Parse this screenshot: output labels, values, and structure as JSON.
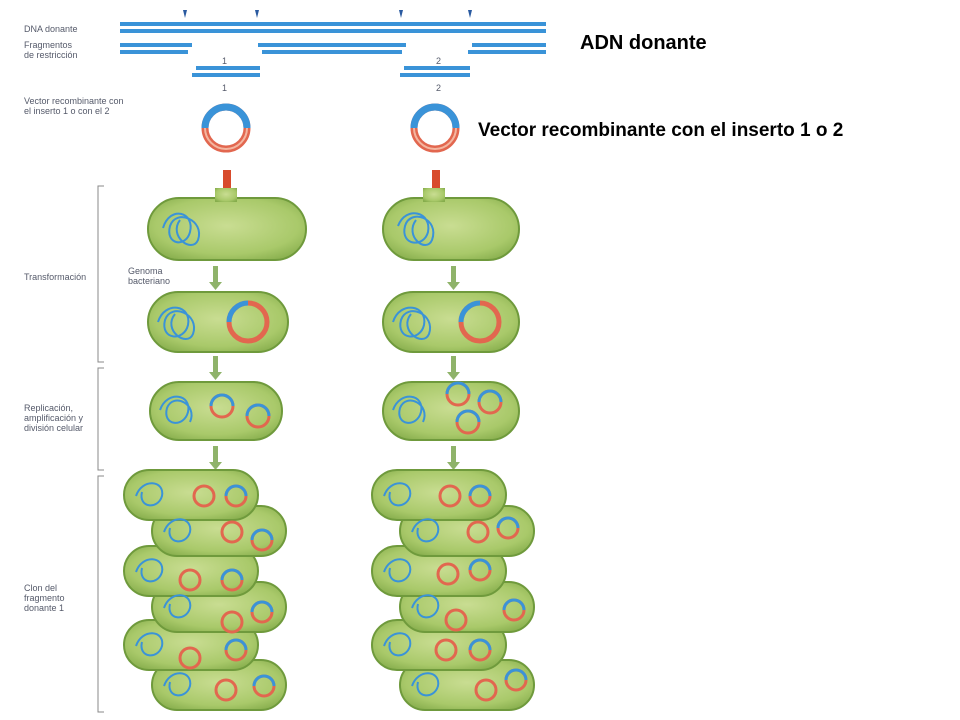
{
  "left_labels": {
    "dna_donante": "DNA donante",
    "fragmentos": "Fragmentos\nde restricción",
    "vector": "Vector recombinante con\nel inserto 1 o con el 2",
    "transformacion": "Transformación",
    "genoma": "Genoma\nbacteriano",
    "replicacion": "Replicación,\namplificación y\ndivisión celular",
    "clon": "Clon del\nfragmento\ndonante 1"
  },
  "fragment_numbers": [
    "1",
    "2"
  ],
  "insert_numbers": [
    "1",
    "2"
  ],
  "headlines": {
    "adn_donante": "ADN donante",
    "vector_text": "Vector recombinante con el inserto 1 o 2"
  },
  "colors": {
    "dna_blue": "#3a93d8",
    "cell_green": "#a9c96a",
    "cell_edge": "#6f9a3c",
    "plasmid_red": "#e2674f",
    "plasmid_pink": "#f4b6a0",
    "arrow_green": "#8fb36a",
    "arrow_red": "#d84b2c"
  },
  "icons": [
    "restriction-site-marker-icon",
    "down-arrow-icon",
    "bracket-icon"
  ]
}
